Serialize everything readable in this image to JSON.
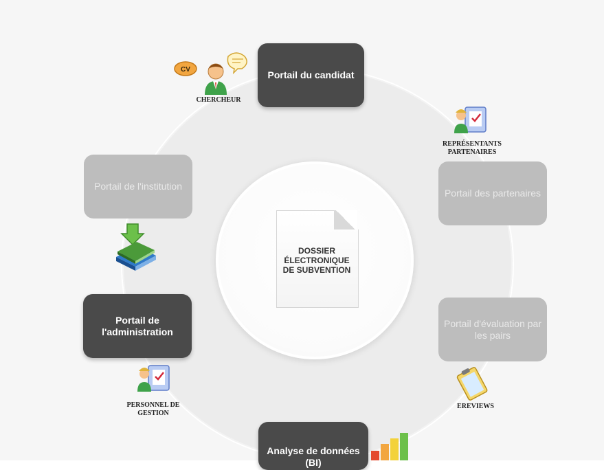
{
  "center": {
    "lines": [
      "DOSSIER",
      "ÉLECTRONIQUE",
      "DE SUBVENTION"
    ]
  },
  "portals": {
    "candidat": "Portail du candidat",
    "partenaires": "Portail des partenaires",
    "evaluation": "Portail d'évaluation par les pairs",
    "analyse": "Analyse de données (BI)",
    "administration": "Portail de l'administration",
    "institution": "Portail de l'institution"
  },
  "actors": {
    "chercheur": "CHERCHEUR",
    "representants": "REPRÉSENTANTS PARTENAIRES",
    "ereviews": "EREVIEWS",
    "personnel": "PERSONNEL DE GESTION",
    "cv_badge": "CV"
  },
  "icons": {
    "chercheur": "researcher-avatar-icon",
    "representants": "partner-checklist-icon",
    "ereviews": "clipboard-icon",
    "personnel": "staff-checklist-icon",
    "institution": "books-download-icon",
    "analyse": "bar-chart-icon"
  },
  "colors": {
    "dark_portal": "#4a4a4a",
    "light_portal": "#bdbdbd",
    "ring": "#ececec"
  }
}
